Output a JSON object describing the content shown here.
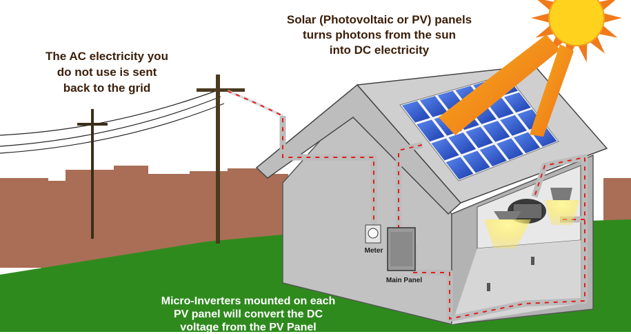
{
  "labels": {
    "sun": [
      "Solar (Photovoltaic or PV) panels",
      "turns photons from the sun",
      "into DC electricity"
    ],
    "grid": [
      "The AC electricity you",
      "do not use is sent",
      "back to the grid"
    ],
    "inverter": [
      "Micro-Inverters mounted on each",
      "PV panel will convert the DC",
      "voltage from the PV Panel"
    ],
    "meter": "Meter",
    "main_panel": "Main Panel"
  },
  "colors": {
    "ground": "#2f8a1e",
    "skyline": "#a96e55",
    "house_wall": "#c4c4c4",
    "house_roof": "#d9d9d9",
    "wire": "#e21b1b",
    "pipe": "#dcdcdc",
    "solar_panel": "#2a56c8",
    "sun": "#ffd21e",
    "sun_rays": "#f07a1c",
    "text_dark": "#3a1d08",
    "text_light": "#ffffff"
  },
  "icons": [
    "sun-icon",
    "solar-panel-icon",
    "utility-pole-icon",
    "meter-icon",
    "main-panel-icon",
    "ceiling-lamp-icon",
    "television-icon"
  ]
}
